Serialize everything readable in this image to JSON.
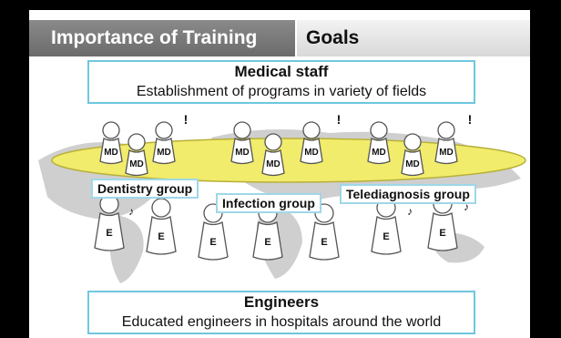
{
  "tabs": {
    "active": "Importance of Training",
    "inactive": "Goals"
  },
  "medical_box": {
    "title": "Medical staff",
    "subtitle": "Establishment of programs in variety of fields"
  },
  "engineers_box": {
    "title": "Engineers",
    "subtitle": "Educated engineers in hospitals around the world"
  },
  "groups": {
    "dentistry": "Dentistry group",
    "infection": "Infection group",
    "telediagnosis": "Telediagnosis group"
  },
  "figure_labels": {
    "md": "MD",
    "e": "E",
    "bang": "!",
    "note": "♪"
  },
  "colors": {
    "box_border": "#6fc7df",
    "ellipse_fill": "#f1ec6b",
    "map_gray": "#c9c9c9"
  }
}
